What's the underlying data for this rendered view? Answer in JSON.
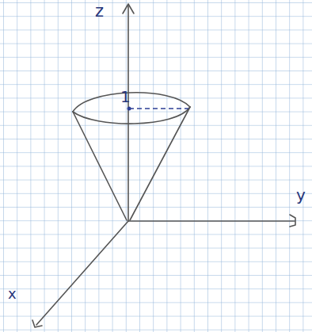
{
  "diagram": {
    "labels": [
      "z",
      "1",
      "y",
      "x"
    ]
  }
}
